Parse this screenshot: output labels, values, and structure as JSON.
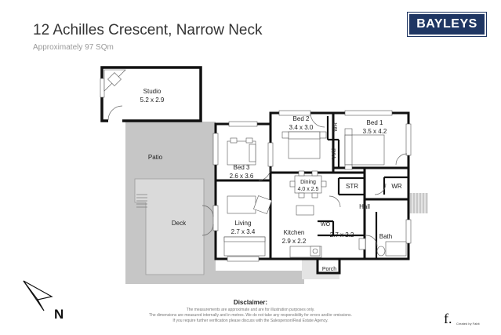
{
  "header": {
    "title": "12 Achilles Crescent, Narrow Neck",
    "subtitle": "Approximately 97 SQm",
    "brand_logo": "BAYLEYS"
  },
  "colors": {
    "brand": "#1f3663",
    "wall": "#111111",
    "deck": "#c6c6c6",
    "floor": "#ffffff"
  },
  "rooms": {
    "studio": {
      "name": "Studio",
      "dims": "5.2 x 2.9"
    },
    "patio": {
      "name": "Patio"
    },
    "deck": {
      "name": "Deck"
    },
    "bed3": {
      "name": "Bed 3",
      "dims": "2.6 x 3.6"
    },
    "bed2": {
      "name": "Bed 2",
      "dims": "3.4 x 3.0"
    },
    "bed1": {
      "name": "Bed 1",
      "dims": "3.5 x 4.2"
    },
    "wr_bed2": {
      "name": "WR"
    },
    "void": {
      "name": "Void"
    },
    "dining": {
      "name": "Dining",
      "dims": "4.0 x 2.5"
    },
    "str": {
      "name": "STR"
    },
    "wr_hall": {
      "name": "WR"
    },
    "hall": {
      "name": "Hall"
    },
    "living": {
      "name": "Living",
      "dims": "2.7 x 3.4"
    },
    "kitchen": {
      "name": "Kitchen",
      "dims": "2.9 x 2.2"
    },
    "wo": {
      "name": "WO"
    },
    "laundry": {
      "dims": "2.7 x 2.2"
    },
    "bath": {
      "name": "Bath"
    },
    "porch": {
      "name": "Porch"
    }
  },
  "compass": {
    "label": "N",
    "icon": "north-arrow-icon"
  },
  "disclaimer": {
    "title": "Disclaimer:",
    "line1": "The measurements are approximate and are for illustration purposes only.",
    "line2": "The dimensions are measured internally and in metres. We do not take any responsibility for errors and/or omissions.",
    "line3": "If you require further verification please discuss with the Salesperson/Real Estate Agency."
  },
  "footer": {
    "credit": "Created by Fabit",
    "credit_icon": "fabit-logo-icon"
  }
}
